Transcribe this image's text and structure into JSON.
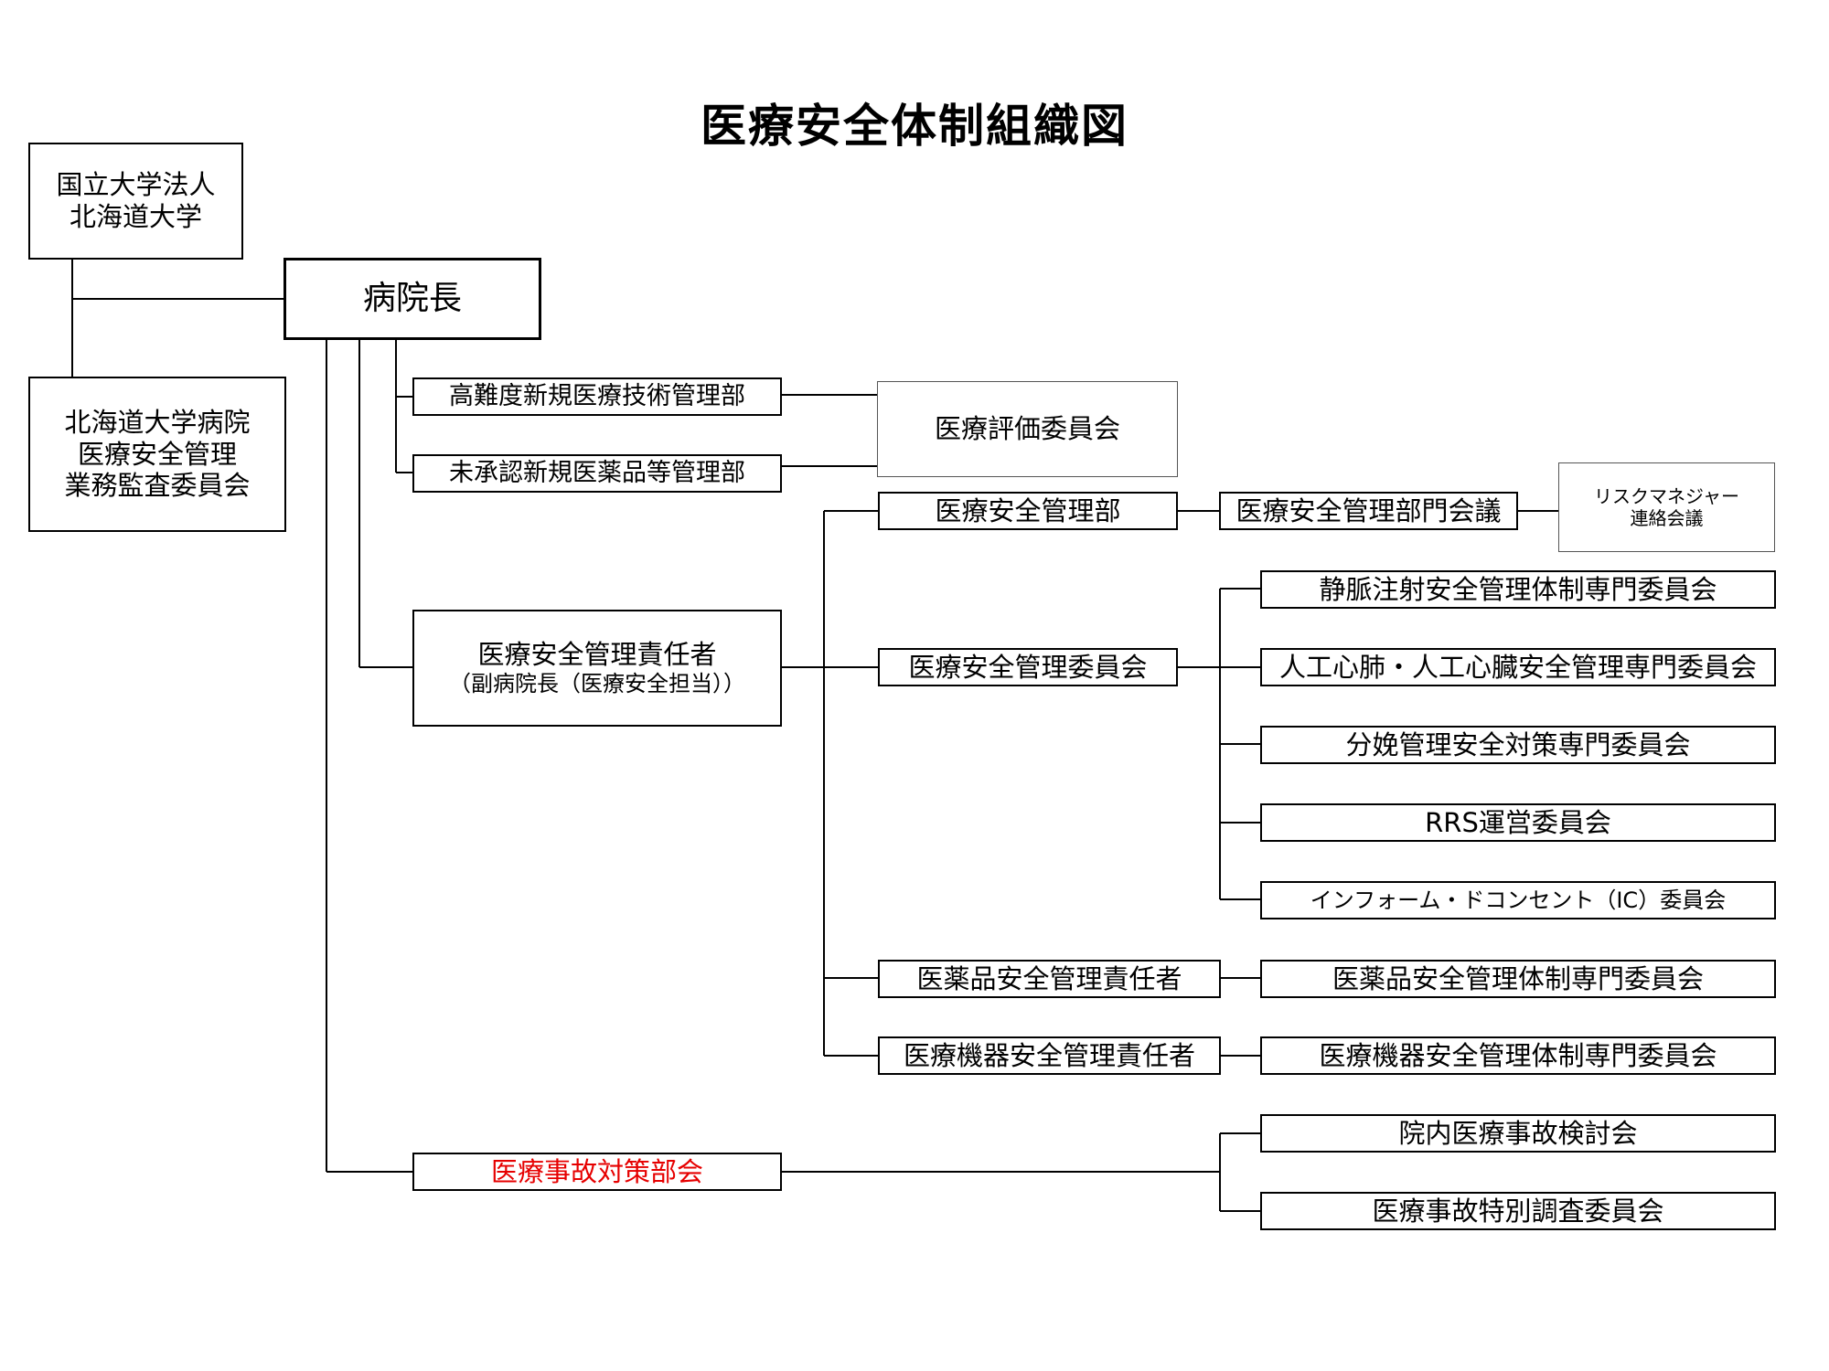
{
  "title": "医療安全体制組織図",
  "nodes": {
    "university_line1": "国立大学法人",
    "university_line2": "北海道大学",
    "director": "病院長",
    "audit_line1": "北海道大学病院",
    "audit_line2": "医療安全管理",
    "audit_line3": "業務監査委員会",
    "advanced_tech": "高難度新規医療技術管理部",
    "unapproved_drugs": "未承認新規医薬品等管理部",
    "evaluation_committee": "医療評価委員会",
    "safety_dept": "医療安全管理部",
    "safety_dept_meeting": "医療安全管理部門会議",
    "risk_manager_line1": "リスクマネジャー",
    "risk_manager_line2": "連絡会議",
    "safety_officer": "医療安全管理責任者",
    "safety_officer_sub": "（副病院長（医療安全担当））",
    "safety_committee": "医療安全管理委員会",
    "iv_injection": "静脈注射安全管理体制専門委員会",
    "artificial_heart": "人工心肺・人工心臓安全管理専門委員会",
    "delivery": "分娩管理安全対策専門委員会",
    "rrs": "RRS運営委員会",
    "informed_consent": "インフォーム・ドコンセント（IC）委員会",
    "drug_safety_officer": "医薬品安全管理責任者",
    "drug_safety_committee": "医薬品安全管理体制専門委員会",
    "device_safety_officer": "医療機器安全管理責任者",
    "device_safety_committee": "医療機器安全管理体制専門委員会",
    "accident_hq": "医療事故対策部会",
    "accident_review": "院内医療事故検討会",
    "accident_investigation": "医療事故特別調査委員会"
  },
  "colors": {
    "accident_hq_text": "#e60000",
    "line": "#000000"
  }
}
